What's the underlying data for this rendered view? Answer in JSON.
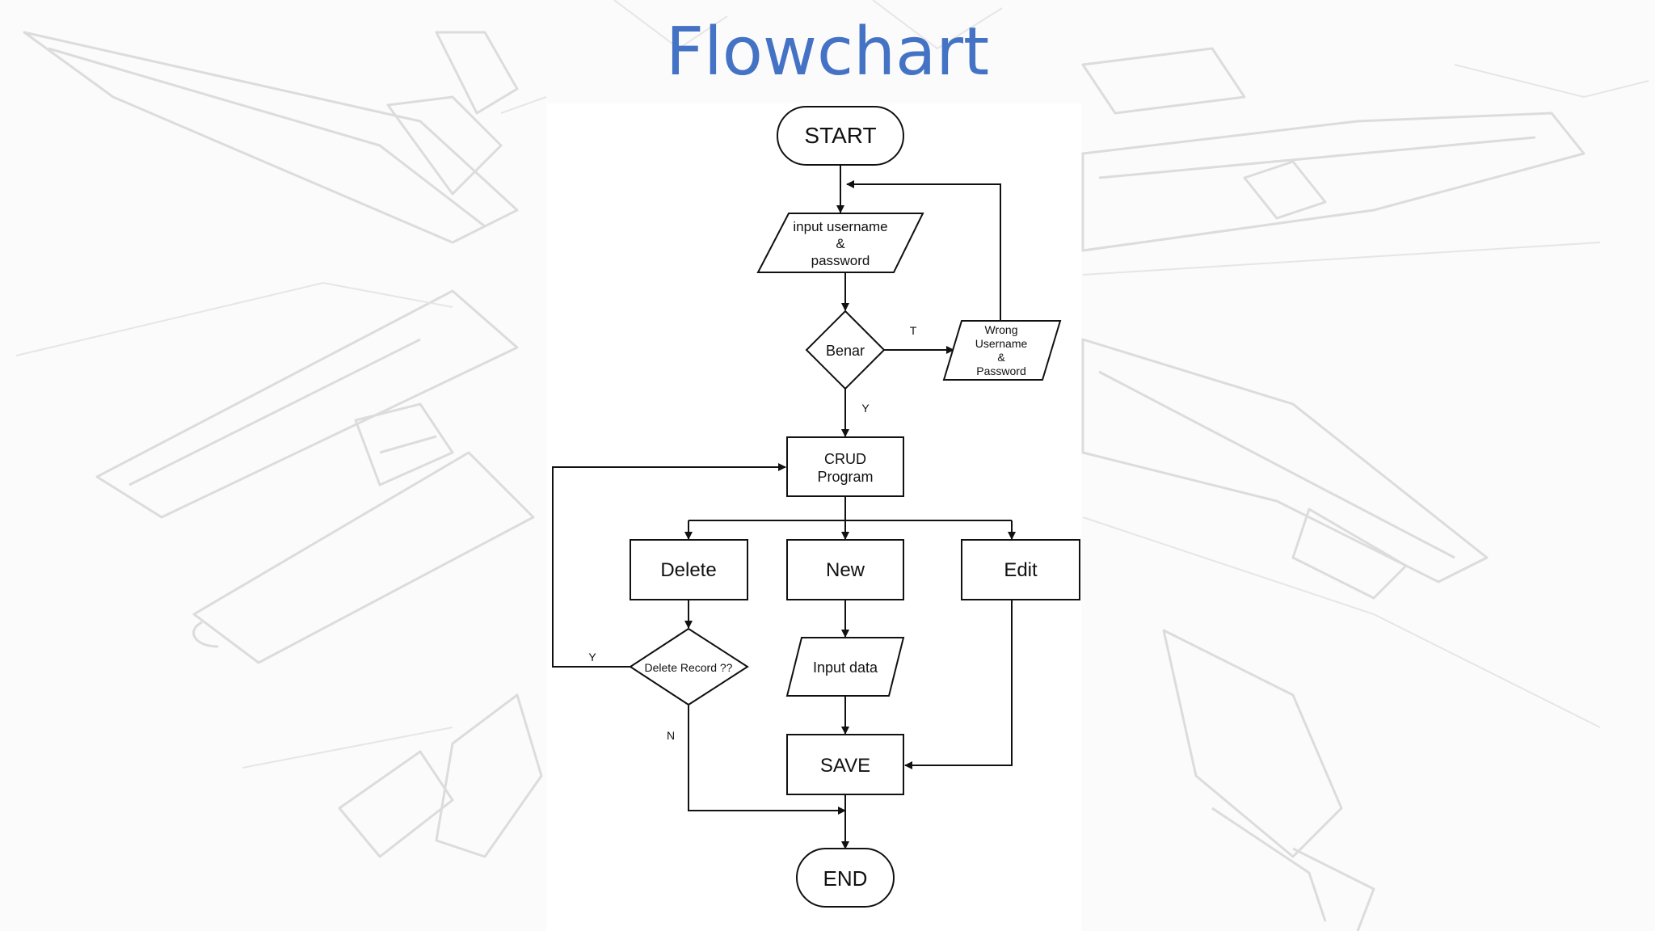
{
  "slide": {
    "title": "Flowchart"
  },
  "colors": {
    "title": "#4472c4",
    "line": "#111111",
    "background_sketch": "#dcdcdc"
  },
  "nodes": {
    "start": "START",
    "input_credentials": [
      "input username",
      "&",
      "password"
    ],
    "check_correct": "Benar",
    "wrong_credentials": [
      "Wrong",
      "Username",
      "&",
      "Password"
    ],
    "crud_program": [
      "CRUD",
      "Program"
    ],
    "delete": "Delete",
    "new": "New",
    "edit": "Edit",
    "delete_record": "Delete Record ??",
    "input_data": "Input data",
    "save": "SAVE",
    "end": "END"
  },
  "edge_labels": {
    "benar_false": "T",
    "benar_true": "Y",
    "delete_yes": "Y",
    "delete_no": "N"
  }
}
